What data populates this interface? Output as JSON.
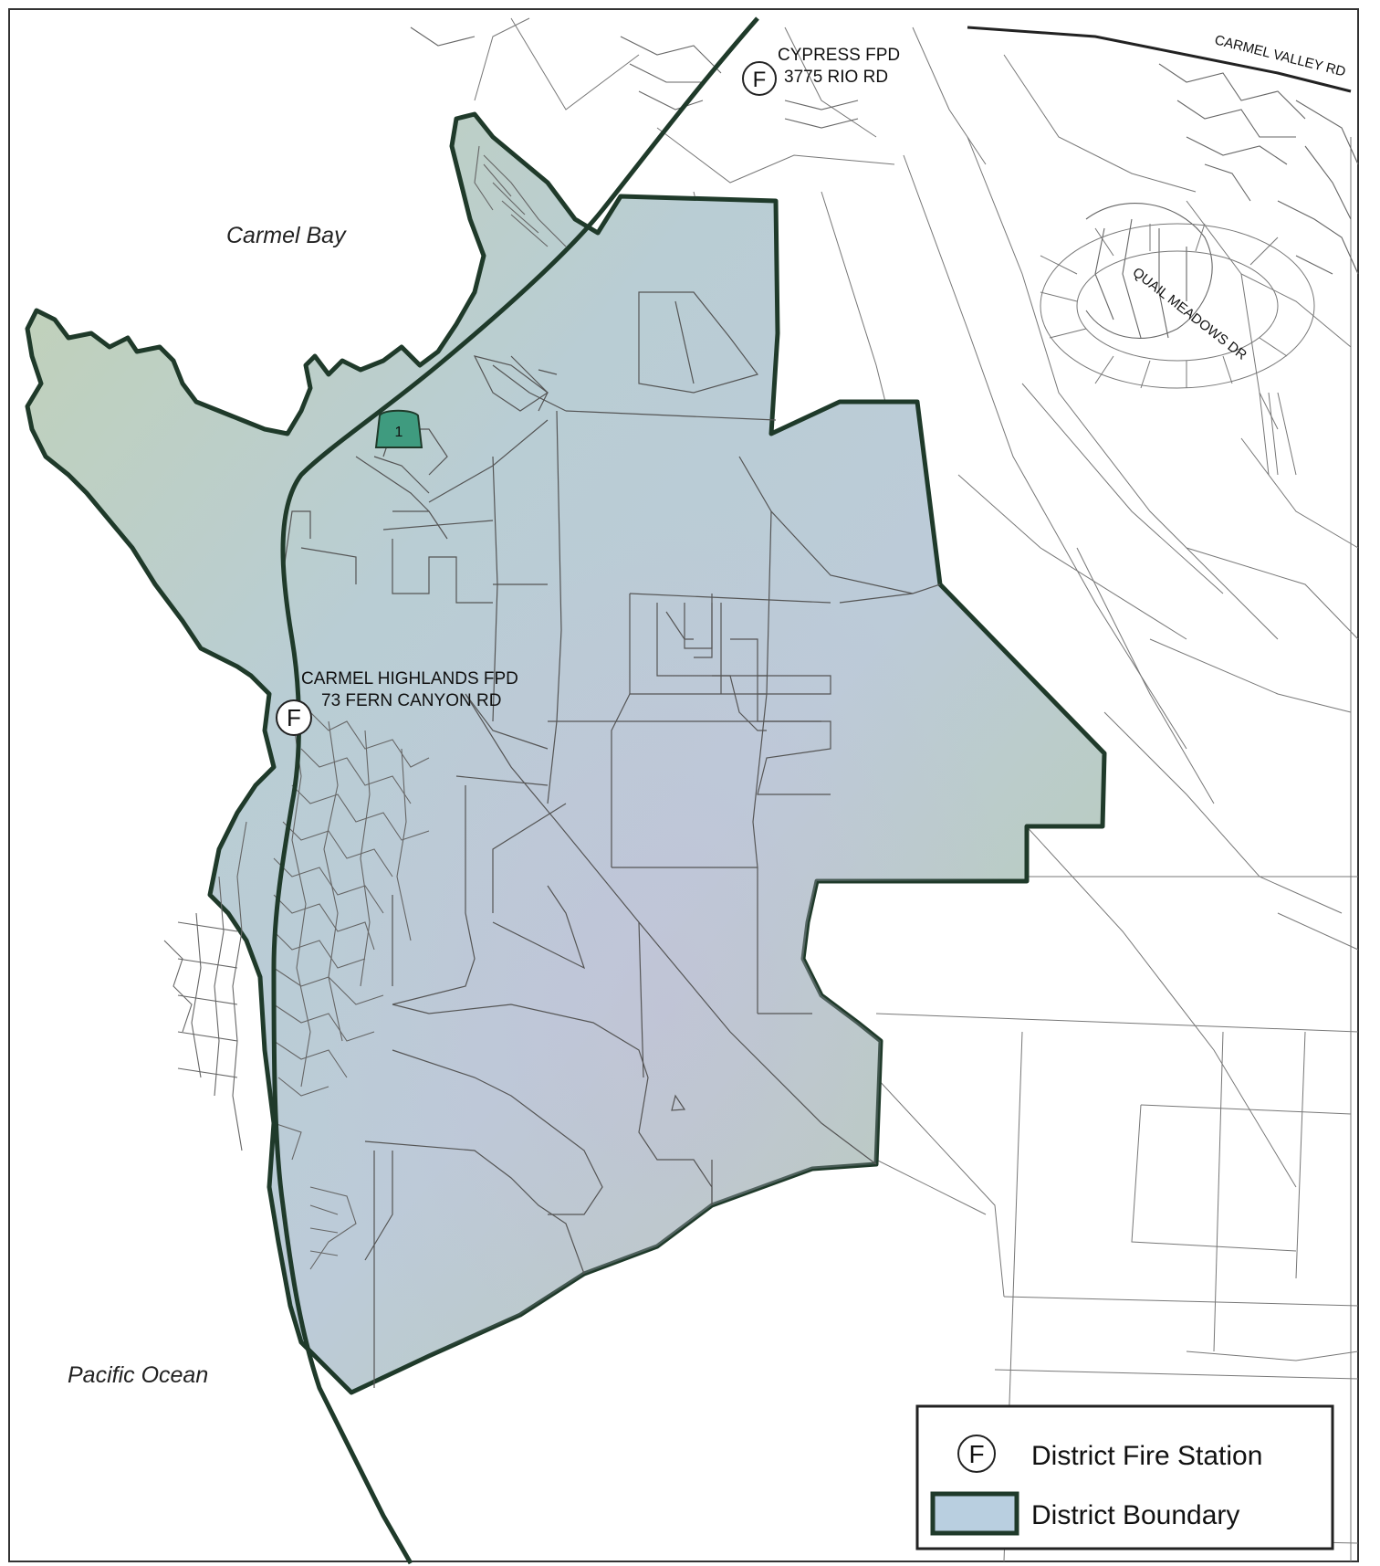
{
  "water_labels": {
    "bay": "Carmel Bay",
    "ocean": "Pacific Ocean"
  },
  "stations": [
    {
      "symbol": "F",
      "name": "CYPRESS FPD",
      "address": "3775 RIO RD"
    },
    {
      "symbol": "F",
      "name": "CARMEL HIGHLANDS FPD",
      "address": "73 FERN CANYON RD"
    }
  ],
  "roads": {
    "carmel_valley": "CARMEL VALLEY RD",
    "quail_meadows": "QUAIL MEADOWS DR",
    "highway_shield": "1"
  },
  "legend": {
    "station_symbol": "F",
    "station_label": "District Fire Station",
    "boundary_label": "District Boundary"
  },
  "colors": {
    "district_fill_blue": "#b9cfe0",
    "district_fill_green": "#b7cdb0",
    "boundary_stroke": "#1f3a2a",
    "shield_fill": "#3f9b7f",
    "parcel_line": "#555555"
  }
}
